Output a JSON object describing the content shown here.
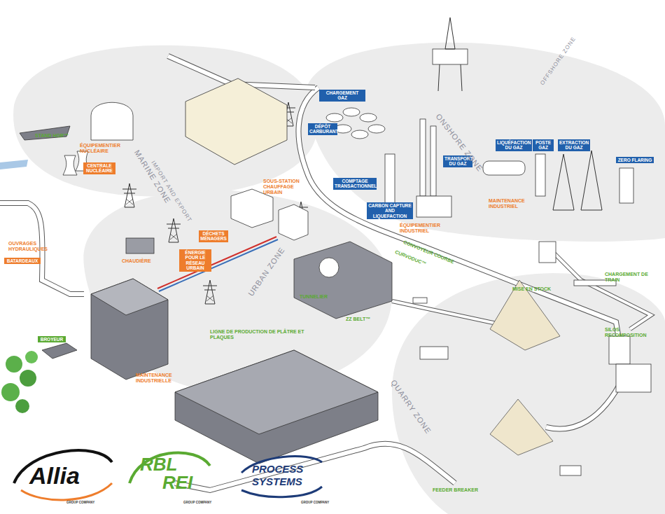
{
  "diagram": {
    "nodes": [
      {
        "text": [
          "CHARGEMENT GAZ"
        ]
      },
      {
        "text": [
          "DÉPÔT CARBURANT"
        ]
      },
      {
        "text": [
          "COMPTAGE TRANSACTIONNEL"
        ]
      },
      {
        "text": [
          "CARBON CAPTURE AND LIQUEFACTION"
        ]
      },
      {
        "text": [
          "TRANSPORT DU GAZ"
        ]
      },
      {
        "text": [
          "LIQUÉFACTION DU GAZ"
        ]
      },
      {
        "text": [
          "POSTE GAZ"
        ]
      },
      {
        "text": [
          "EXTRACTION DU GAZ"
        ]
      },
      {
        "text": [
          "ZERO FLARING"
        ]
      },
      {
        "text": [
          "CENTRALE NUCLÉAIRE"
        ]
      },
      {
        "text": [
          "DÉCHETS MÉNAGERS"
        ]
      },
      {
        "text": [
          "ÉNERGIE POUR LE RÉSEAU URBAIN"
        ]
      },
      {
        "text": [
          "BATARDEAUX"
        ]
      },
      {
        "text": [
          "BROYEUR"
        ]
      }
    ],
    "labels": [
      "STAND HOR™",
      "ÉQUIPEMENTIER NUCLÉAIRE",
      "MARINE ZONE",
      "IMPORT AND EXPORT",
      "SOUS-STATION CHAUFFAGE URBAIN",
      "ONSHORE ZONE",
      "OFFSHORE ZONE",
      "MAINTENANCE INDUSTRIEL",
      "OUVRAGES HYDRAULIQUES",
      "CHAUDIÈRE",
      "ÉQUIPEMENTIER INDUSTRIEL",
      "CONVOYEUR COURBE",
      "CURVODUC™",
      "URBAN ZONE",
      "TUNNELIER",
      "ZZ BELT™",
      "CHARGEMENT DE TRAIN",
      "MISE EN STOCK",
      "LIGNE DE PRODUCTION DE PLÂTRE ET PLAQUES",
      "MAINTENANCE INDUSTRIELLE",
      "SILOS RECOMPOSITION",
      "QUARRY ZONE",
      "FEEDER BREAKER",
      "Allia",
      "RBL",
      "REI",
      "PROCESS",
      "SYSTEMS",
      "GROUP COMPANY",
      "GROUP COMPANY",
      "GROUP COMPANY"
    ]
  }
}
